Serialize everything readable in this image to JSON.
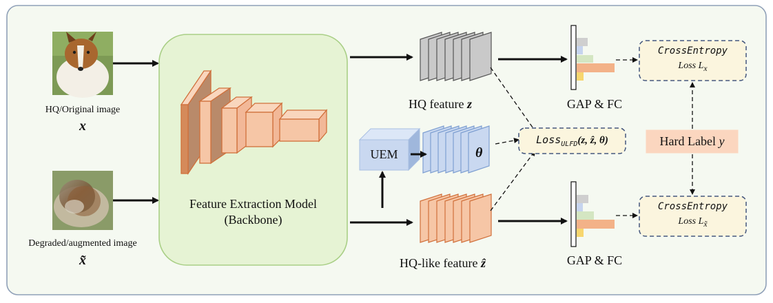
{
  "inputs": {
    "original": {
      "caption": "HQ/Original image",
      "symbol": "x"
    },
    "degraded": {
      "caption": "Degraded/augmented image",
      "symbol": "x̃"
    }
  },
  "backbone": {
    "line1": "Feature Extraction Model",
    "line2": "(Backbone)"
  },
  "hq_feature": {
    "label": "HQ feature",
    "symbol": "z"
  },
  "hq_like_feature": {
    "label": "HQ-like feature",
    "symbol": "ẑ"
  },
  "uem": {
    "label": "UEM",
    "theta": "θ"
  },
  "gap_fc_top": "GAP & FC",
  "gap_fc_bottom": "GAP & FC",
  "loss_top": {
    "line1": "CrossEntropy",
    "line2": "Loss",
    "symbol": "L",
    "subscript": "x"
  },
  "loss_bottom": {
    "line1": "CrossEntropy",
    "line2": "Loss",
    "symbol": "L",
    "subscript": "x̃"
  },
  "loss_ulfd": {
    "prefix": "Loss",
    "subscript": "ULFD",
    "args": "(z, ẑ, θ)"
  },
  "hard_label": {
    "text": "Hard Label",
    "symbol": "y"
  },
  "colors": {
    "frame_border": "#8fa0b8",
    "frame_fill": "#f5f9f1",
    "backbone_fill": "#e6f3d4",
    "backbone_border": "#a9cf86",
    "orange_fill": "#f6c6a6",
    "orange_stroke": "#d0703b",
    "gray_fill": "#c9c9c9",
    "blue_fill": "#c9d8f0",
    "blue_stroke": "#7e9fd1",
    "loss_fill": "#fbf5de",
    "loss_border": "#44577e",
    "hard_label_fill": "#fbd6bf"
  }
}
